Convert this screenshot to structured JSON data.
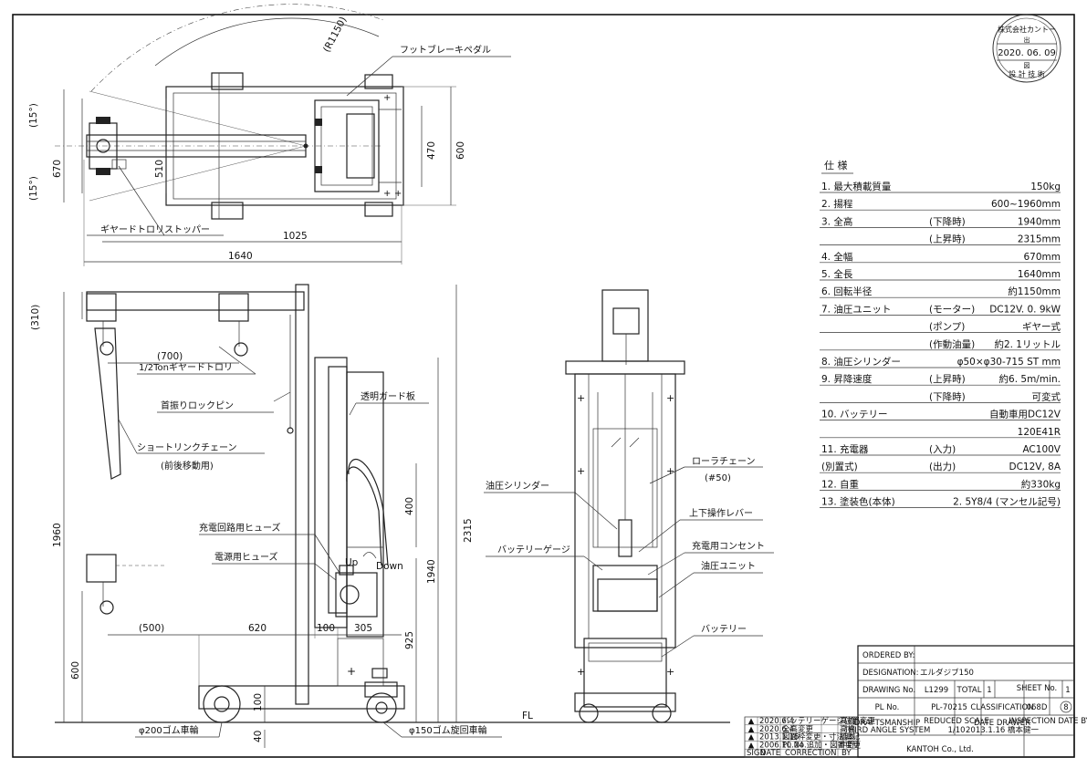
{
  "stamp": {
    "org": "株式会社カントー",
    "kanji_mid": "出",
    "date": "2020. 06. 09",
    "mark": "図",
    "footer": "設 計 技 術"
  },
  "top_view": {
    "labels": {
      "foot_brake": "フットブレーキペダル",
      "trolley_stopper": "ギヤードトロリストッパー"
    },
    "dims": {
      "radius": "(R1150)",
      "angle1": "(15°)",
      "angle2": "(15°)",
      "d670": "670",
      "d510": "510",
      "d470": "470",
      "d600": "600",
      "d1025": "1025",
      "d1640": "1640"
    }
  },
  "side_view": {
    "labels": {
      "trolley": "1/2Tonギヤードトロリ",
      "lock_pin": "首振りロックピン",
      "guard": "透明ガード板",
      "chain": "ショートリンクチェーン",
      "chain_sub": "(前後移動用)",
      "charge_fuse": "充電回路用ヒューズ",
      "power_fuse": "電源用ヒューズ",
      "up": "Up",
      "down": "Down",
      "wheel200": "φ200ゴム車輪",
      "wheel150": "φ150ゴム旋回車輪",
      "fl": "FL"
    },
    "dims": {
      "d310": "(310)",
      "d700": "(700)",
      "d1960": "1960",
      "d2315": "2315",
      "d1940": "1940",
      "d400": "400",
      "d925": "925",
      "d600": "600",
      "d500": "(500)",
      "d620": "620",
      "d100": "100",
      "d305": "305",
      "d100b": "100",
      "d40": "40"
    }
  },
  "front_view": {
    "labels": {
      "roller_chain": "ローラチェーン",
      "roller_chain_sub": "(#50)",
      "cylinder": "油圧シリンダー",
      "lever": "上下操作レバー",
      "gauge": "バッテリーゲージ",
      "outlet": "充電用コンセント",
      "unit": "油圧ユニット",
      "battery": "バッテリー"
    }
  },
  "specs": {
    "title": "仕 様",
    "rows": [
      {
        "label": "1. 最大積載質量",
        "sub": "",
        "value": "150kg"
      },
      {
        "label": "2. 揚程",
        "sub": "",
        "value": "600~1960mm"
      },
      {
        "label": "3. 全高",
        "sub": "(下降時)",
        "value": "1940mm"
      },
      {
        "label": "",
        "sub": "(上昇時)",
        "value": "2315mm"
      },
      {
        "label": "4. 全幅",
        "sub": "",
        "value": "670mm"
      },
      {
        "label": "5. 全長",
        "sub": "",
        "value": "1640mm"
      },
      {
        "label": "6. 回転半径",
        "sub": "",
        "value": "約1150mm"
      },
      {
        "label": "7. 油圧ユニット",
        "sub": "(モーター)",
        "value": "DC12V. 0. 9kW"
      },
      {
        "label": "",
        "sub": "(ポンプ)",
        "value": "ギヤー式"
      },
      {
        "label": "",
        "sub": "(作動油量)",
        "value": "約2. 1リットル"
      },
      {
        "label": "8. 油圧シリンダー",
        "sub": "",
        "value": "φ50×φ30-715 ST mm"
      },
      {
        "label": "9. 昇降速度",
        "sub": "(上昇時)",
        "value": "約6. 5m/min."
      },
      {
        "label": "",
        "sub": "(下降時)",
        "value": "可変式"
      },
      {
        "label": "10. バッテリー",
        "sub": "",
        "value": "自動車用DC12V"
      },
      {
        "label": "",
        "sub": "",
        "value": "120E41R"
      },
      {
        "label": "11. 充電器",
        "sub": "(入力)",
        "value": "AC100V"
      },
      {
        "label": "(別置式)",
        "sub": "(出力)",
        "value": "DC12V, 8A"
      },
      {
        "label": "12. 自重",
        "sub": "",
        "value": "約330kg"
      },
      {
        "label": "13. 塗装色(本体)",
        "sub": "",
        "value": "2. 5Y8/4 (マンセル記号)"
      }
    ]
  },
  "revisions": [
    {
      "date": "2020.6.4",
      "correction": "バッテリーゲージ位置変更",
      "by": "高橋"
    },
    {
      "date": "2020.6.4",
      "correction": "全高変更",
      "by": "高橋"
    },
    {
      "date": "2013.1.16",
      "correction": "図面枠変更・寸法追記",
      "by": "橋本"
    },
    {
      "date": "2006.10.24",
      "correction": "PL No.追加・図番変更",
      "by": "中野"
    }
  ],
  "rev_headers": {
    "sign": "SIGN",
    "date": "DATE",
    "correction": "CORRECTION",
    "by": "BY"
  },
  "title_block": {
    "ordered_by_label": "ORDERED BY:",
    "ordered_by": "",
    "designation_label": "DESIGNATION:",
    "designation": "エルダジブ150",
    "drawing_no_label": "DRAWING No.",
    "drawing_no": "L1299",
    "total_label": "TOTAL",
    "total": "1",
    "sheet_label": "SHEET No.",
    "sheet": "1",
    "pl_label": "PL No.",
    "pl": "PL-70215",
    "class_label": "CLASSIFICATION",
    "class": "068D",
    "rev": "8",
    "draftsmanship": "DRAFTSMANSHIP",
    "reduced_scale": "REDUCED SCALE",
    "date_drawer": "DATE DRAWER",
    "inspection": "INSPECTION DATE BY",
    "projection": "THIRD ANGLE SYSTEM",
    "scale": "1/10",
    "drawer": "2013.1.16 橋本健一",
    "company": "KANTOH Co., Ltd."
  }
}
